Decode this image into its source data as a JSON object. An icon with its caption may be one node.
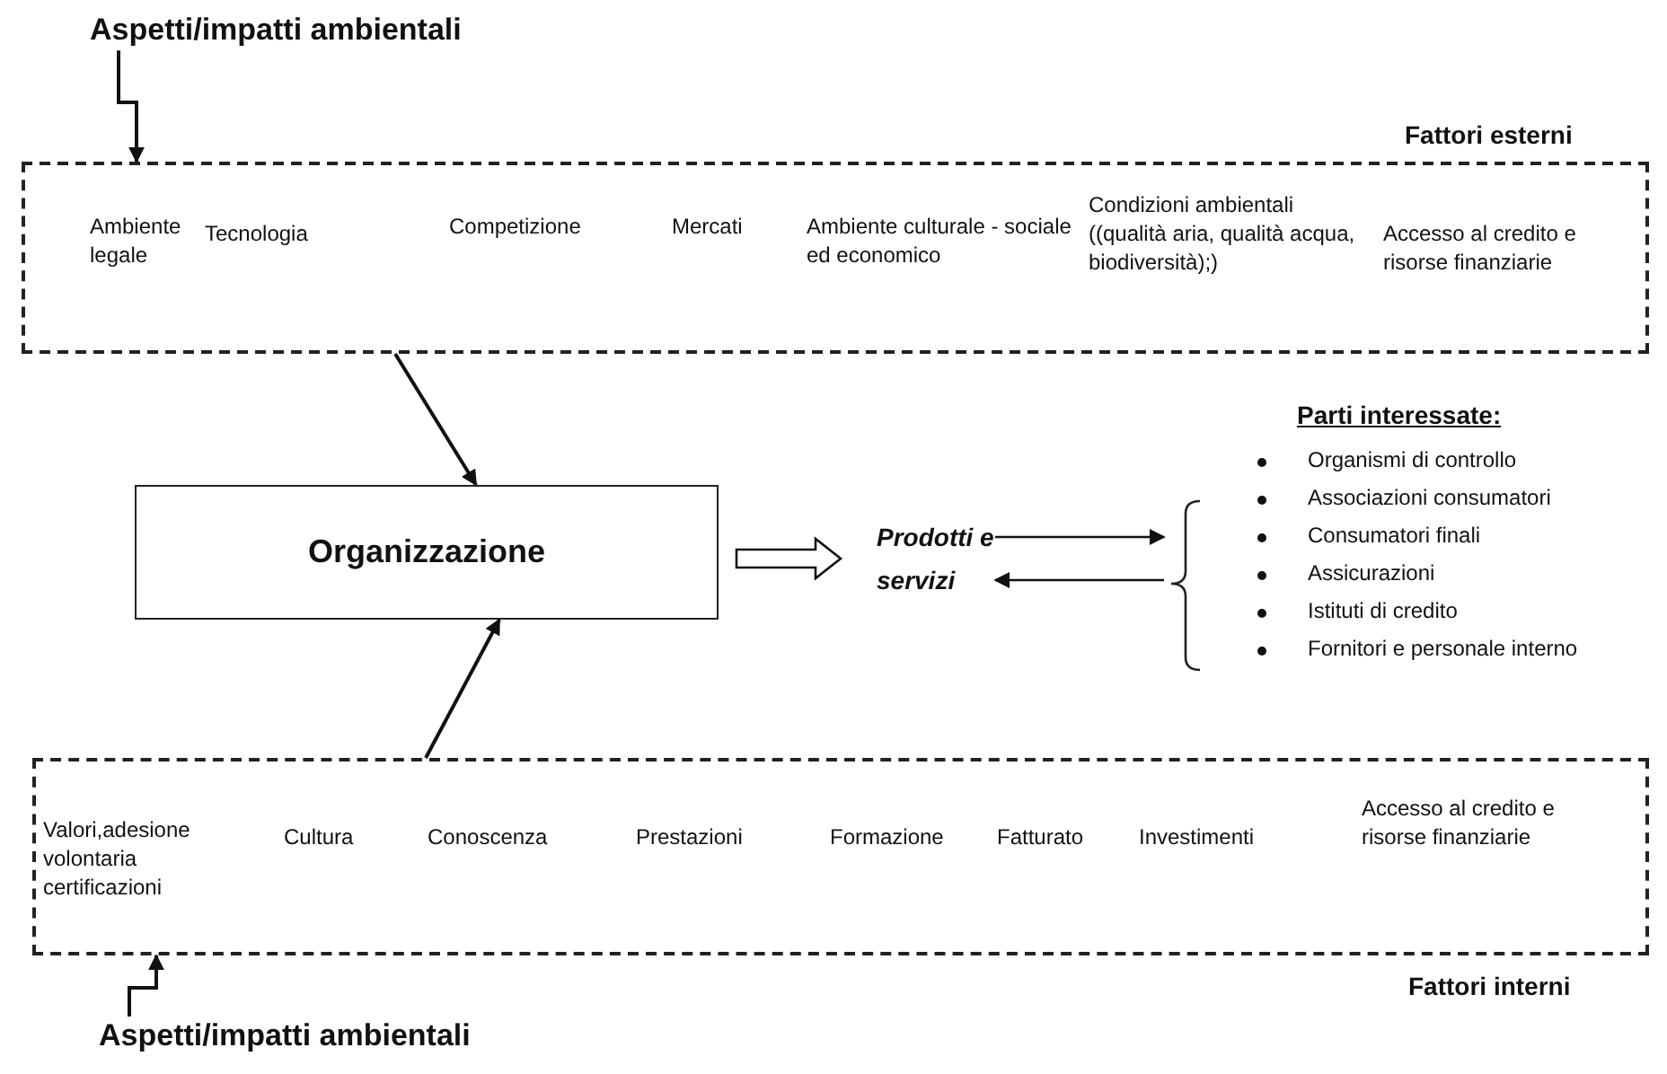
{
  "diagram": {
    "nodes": [
      {
        "text": [
          "Aspetti/impatti ambientali"
        ]
      },
      {
        "text": [
          "Fattori esterni"
        ]
      },
      {
        "text": [
          "Ambiente legale"
        ],
        "in": 1
      },
      {
        "text": [
          "Tecnologia"
        ],
        "in": 1
      },
      {
        "text": [
          "Competizione"
        ],
        "in": 1
      },
      {
        "text": [
          "Mercati"
        ],
        "in": 1
      },
      {
        "text": [
          "Ambiente culturale - sociale ed economico"
        ],
        "in": 1
      },
      {
        "text": [
          "Condizioni ambientali ((qualità aria, qualità acqua, biodiversità);)"
        ],
        "in": 1
      },
      {
        "text": [
          "Accesso al credito e risorse finanziarie"
        ],
        "in": 1
      },
      {
        "text": [
          "Organizzazione"
        ]
      },
      {
        "text": [
          "Prodotti e servizi"
        ]
      },
      {
        "text": [
          "Parti interessate:",
          "Organismi di controllo",
          "Associazioni consumatori",
          "Consumatori finali",
          "Assicurazioni",
          "Istituti di credito",
          "Fornitori e personale interno"
        ]
      },
      {
        "text": [
          "Fattori interni"
        ]
      },
      {
        "text": [
          "Valori,adesione volontaria certificazioni"
        ],
        "in": 12
      },
      {
        "text": [
          "Cultura"
        ],
        "in": 12
      },
      {
        "text": [
          "Conoscenza"
        ],
        "in": 12
      },
      {
        "text": [
          "Prestazioni"
        ],
        "in": 12
      },
      {
        "text": [
          "Formazione"
        ],
        "in": 12
      },
      {
        "text": [
          "Fatturato"
        ],
        "in": 12
      },
      {
        "text": [
          "Investimenti"
        ],
        "in": 12
      },
      {
        "text": [
          "Accesso al credito e risorse finanziarie"
        ],
        "in": 12
      },
      {
        "text": [
          "Aspetti/impatti ambientali"
        ]
      }
    ],
    "edges": [
      {
        "from": 0,
        "to": 1,
        "arrow": "to"
      },
      {
        "from": 1,
        "to": 9,
        "arrow": "to"
      },
      {
        "from": 12,
        "to": 9,
        "arrow": "to"
      },
      {
        "from": 9,
        "to": 10,
        "arrow": "to",
        "style": "thick"
      },
      {
        "from": 10,
        "to": 11,
        "arrow": "to"
      },
      {
        "from": 11,
        "to": 10,
        "arrow": "to"
      },
      {
        "from": 21,
        "to": 12,
        "arrow": "to"
      }
    ]
  }
}
